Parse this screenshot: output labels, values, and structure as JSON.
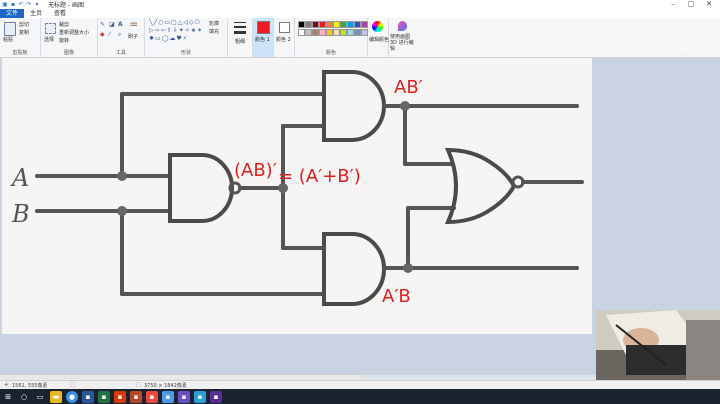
{
  "window": {
    "title": "无标题 - 画图"
  },
  "tabs": [
    {
      "label": "文件"
    },
    {
      "label": "主页"
    },
    {
      "label": "查看"
    }
  ],
  "ribbon": {
    "clipboard": {
      "paste": "粘贴",
      "cut": "剪切",
      "copy": "复制",
      "label": "剪贴板"
    },
    "image": {
      "select": "选择",
      "crop": "裁剪",
      "resize": "重新调整大小",
      "rotate": "旋转",
      "label": "图像"
    },
    "tools": {
      "label": "工具",
      "brushes": "刷子"
    },
    "shapes": {
      "label": "形状",
      "outline": "轮廓",
      "fill": "填充"
    },
    "size": {
      "label": "粗细"
    },
    "color1": {
      "label": "颜色 1"
    },
    "color2": {
      "label": "颜色 2"
    },
    "colors": {
      "label": "颜色",
      "edit": "编辑颜色"
    },
    "paint3d": {
      "label": "使用画图 3D 进行编辑"
    },
    "palette": [
      "#000000",
      "#7f7f7f",
      "#880015",
      "#ed1c24",
      "#ff7f27",
      "#fff200",
      "#22b14c",
      "#00a2e8",
      "#3f48cc",
      "#a349a4",
      "#ffffff",
      "#c3c3c3",
      "#b97a57",
      "#ffaec9",
      "#ffc90e",
      "#efe4b0",
      "#b5e61d",
      "#99d9ea",
      "#7092be",
      "#c8bfe7"
    ]
  },
  "diagram": {
    "input_a": "A",
    "input_b": "B",
    "label_ab_prime": "AB′",
    "label_nand_out": "(AB)′",
    "label_demorgan": "= (A′+B′)",
    "label_a_prime_b": "A′B",
    "ink_color": "#e02020"
  },
  "status": {
    "cursor": "1561, 555像素",
    "canvas_size": "3750 × 1842像素"
  },
  "watermark": {
    "line1": "3/7/2021"
  }
}
